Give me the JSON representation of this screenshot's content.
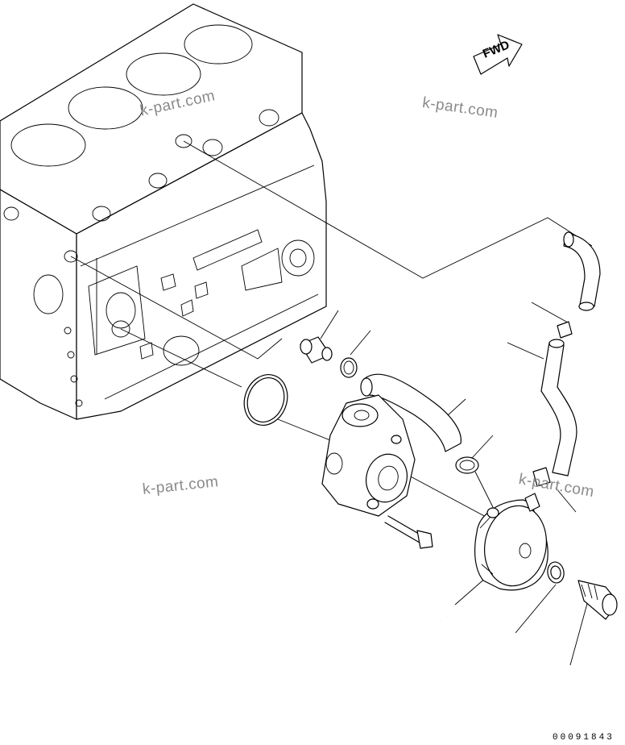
{
  "watermarks": [
    "k-part.com",
    "k-part.com",
    "k-part.com",
    "k-part.com"
  ],
  "direction_arrow": {
    "label": "FWD",
    "icon": "forward-arrow-icon"
  },
  "drawing_number": "00091843",
  "parts": [
    "engine-block",
    "o-ring",
    "oil-cooler-bracket",
    "flange-bolt",
    "connector-bolt",
    "hose-clamp",
    "rubber-hose",
    "breather-hose",
    "oil-filter",
    "gasket",
    "center-bolt",
    "hose-clamp-lower",
    "hose-fitting"
  ],
  "colors": {
    "line": "#000000",
    "watermark": "#8a8a8a",
    "background": "#ffffff"
  }
}
